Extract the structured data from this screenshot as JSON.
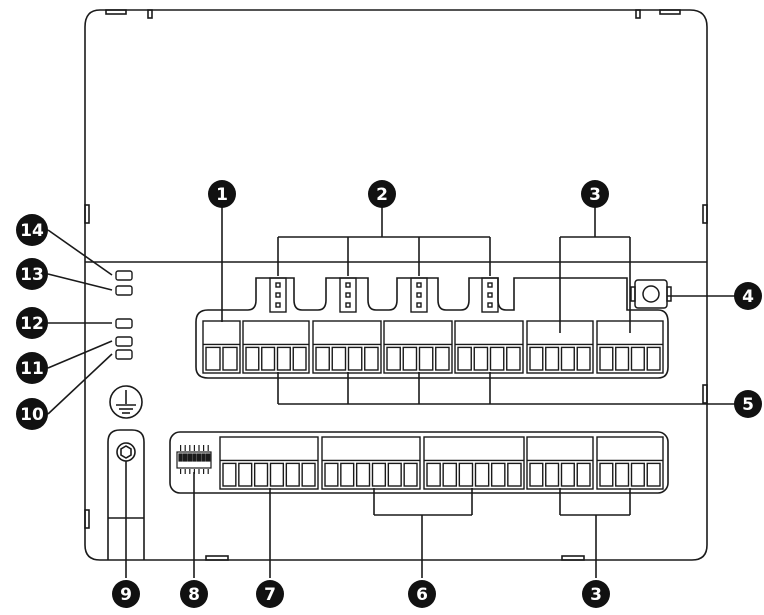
{
  "callouts": {
    "c1": "1",
    "c2": "2",
    "c3_top": "3",
    "c4": "4",
    "c5": "5",
    "c6": "6",
    "c7": "7",
    "c8": "8",
    "c9": "9",
    "c10": "10",
    "c11": "11",
    "c12": "12",
    "c13": "13",
    "c14": "14",
    "c3_bottom": "3"
  },
  "colors": {
    "stroke": "#1a1a1a",
    "badge": "#111111",
    "badge_text": "#ffffff",
    "background": "#ffffff"
  }
}
